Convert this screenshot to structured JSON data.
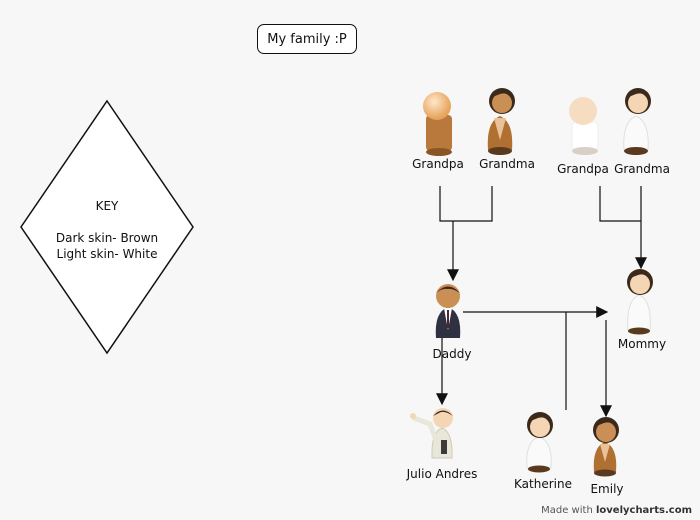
{
  "title": "My family :P",
  "key": {
    "heading": "KEY",
    "line1": "Dark skin- Brown",
    "line2": "Light skin- White"
  },
  "people": {
    "grandpa_brown": "Grandpa",
    "grandma_brown": "Grandma",
    "grandpa_white": "Grandpa",
    "grandma_white": "Grandma",
    "daddy": "Daddy",
    "mommy": "Mommy",
    "julio": "Julio Andres",
    "katherine": "Katherine",
    "emily": "Emily"
  },
  "footer": {
    "prefix": "Made with",
    "brand": "lovelycharts.com"
  },
  "colors": {
    "brown_skin": "#c98f55",
    "white_skin": "#f4d6b4",
    "hair": "#3b2a1c",
    "dark_suit": "#2d3142",
    "line": "#111111"
  }
}
